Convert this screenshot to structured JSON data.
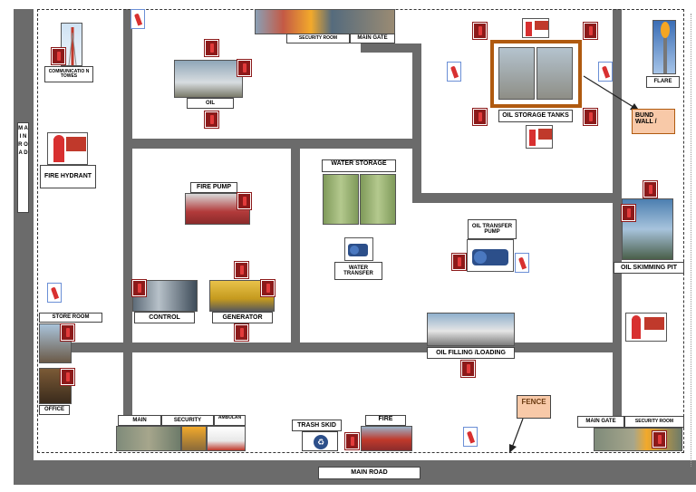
{
  "labels": {
    "main_road_left": "M A I N R O A D",
    "main_road_bottom": "MAIN ROAD",
    "communication_towers": "COMMUNICATIO N TOWES",
    "fire_hydrant": "FIRE HYDRANT",
    "security_room_top": "SECURITY ROOM",
    "main_gate_top": "MAIN GATE",
    "oil": "OIL",
    "oil_storage_tanks": "OIL STORAGE TANKS",
    "flare": "FLARE",
    "bund_wall": "BUND WALL /",
    "fire_pump": "FIRE PUMP",
    "water_storage": "WATER STORAGE",
    "water_transfer": "WATER TRANSFER",
    "oil_transfer_pump": "OIL TRANSFER PUMP",
    "oil_skimming_pit": "OIL SKIMMING PIT",
    "store_room": "STORE ROOM",
    "control": "CONTROL",
    "generator": "GENERATOR",
    "oil_filling_loading": "OIL FILLING /LOADING",
    "office": "OFFICE",
    "main_bottom": "MAIN",
    "security_bottom": "SECURITY",
    "ambulance": "AMBULAN",
    "trash_skid": "TRASH SKID",
    "fire_bottom": "FIRE",
    "fence": "FENCE",
    "main_gate_right": "MAIN GATE",
    "security_room_right": "SECURITY ROOM"
  },
  "colors": {
    "road": "#6b6b6b",
    "extinguisher": "#8c1a1a",
    "bund_wall_fill": "#f8c9a8",
    "bund_wall_border": "#b05a10",
    "hydrant": "#d83030"
  },
  "icons": [
    "fire-extinguisher-icon",
    "fire-hydrant-icon",
    "recycle-icon",
    "arrow-icon"
  ]
}
